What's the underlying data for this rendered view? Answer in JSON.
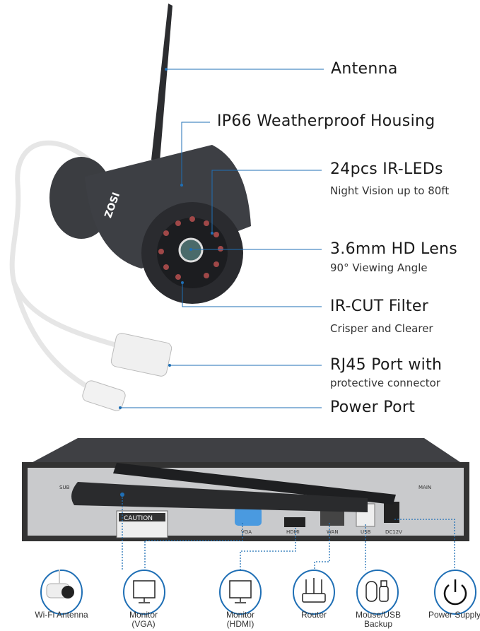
{
  "camera_features": [
    {
      "title": "Antenna"
    },
    {
      "title": "IP66 Weatherproof Housing"
    },
    {
      "title": "24pcs IR-LEDs",
      "subtitle": "Night Vision up to 80ft"
    },
    {
      "title": "3.6mm HD Lens",
      "subtitle": "90° Viewing Angle"
    },
    {
      "title": "IR-CUT Filter",
      "subtitle": "Crisper and Clearer"
    },
    {
      "title": "RJ45 Port with",
      "subtitle": "protective connector"
    },
    {
      "title": "Power Port"
    }
  ],
  "camera_brand": "ZOSI",
  "nvr": {
    "port_labels": {
      "sub": "SUB",
      "main": "MAIN",
      "vga": "VGA",
      "hdmi": "HDMI",
      "wan": "WAN",
      "usb": "USB",
      "dc": "DC12V",
      "caution": "CAUTION"
    },
    "connections": [
      {
        "label": "Wi-Fi Antenna",
        "icon": "camera-icon"
      },
      {
        "label": "Monitor (VGA)",
        "icon": "monitor-icon"
      },
      {
        "label": "Monitor (HDMI)",
        "icon": "monitor-icon"
      },
      {
        "label": "Router",
        "icon": "router-icon"
      },
      {
        "label": "Mouse/USB Backup",
        "icon": "mouse-usb-icon"
      },
      {
        "label": "Power Supply",
        "icon": "power-icon"
      }
    ]
  },
  "colors": {
    "accent": "#1f6fb5",
    "camera": "#3a3c40",
    "cable": "#e8e8e8"
  }
}
